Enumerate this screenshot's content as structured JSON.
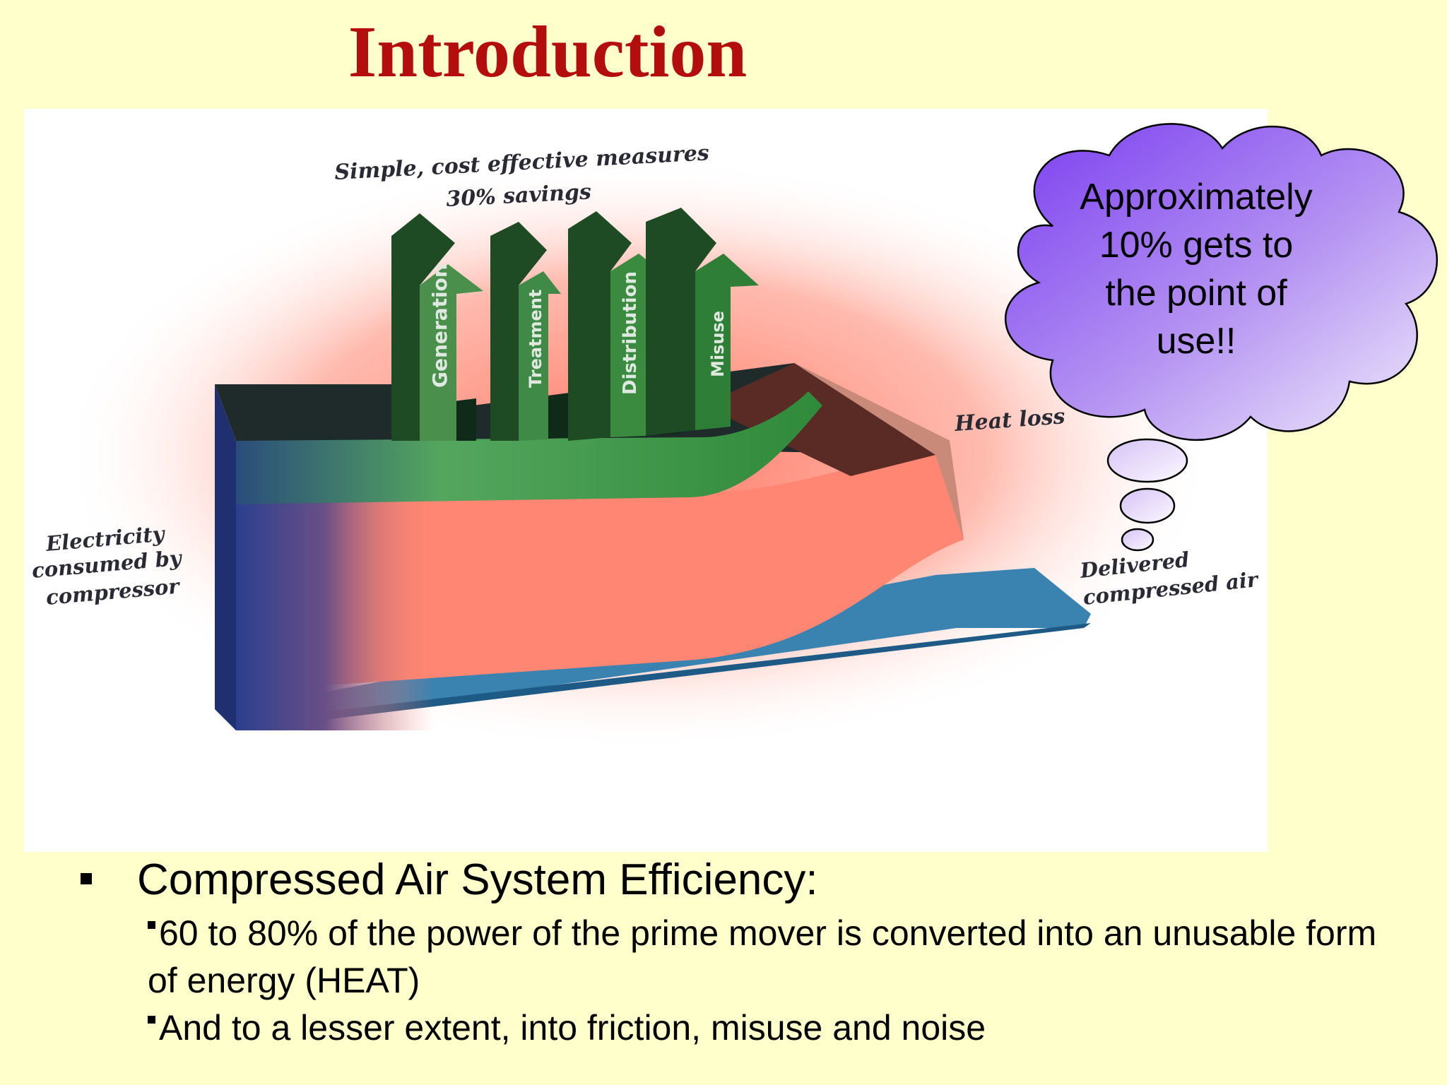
{
  "slide": {
    "title": "Introduction"
  },
  "diagram": {
    "top_caption_line1": "Simple, cost effective measures",
    "top_caption_line2": "30% savings",
    "arrows": [
      "Generation",
      "Treatment",
      "Distribution",
      "Misuse"
    ],
    "label_heat_loss": "Heat loss",
    "label_electricity": [
      "Electricity",
      "consumed by",
      "compressor"
    ],
    "label_delivered": [
      "Delivered",
      "compressed air"
    ],
    "colors": {
      "heat": "#ff8a74",
      "green_arrows": "#2f8a3a",
      "blue_base": "#2f4e96",
      "cloud_fill": "#b58cf0"
    }
  },
  "callout": {
    "lines": [
      "Approximately",
      "10% gets to",
      "the point of",
      "use!!"
    ]
  },
  "bullets": {
    "main": "Compressed Air System Efficiency:",
    "sub1": "60 to 80% of the power of the prime mover is converted into an unusable form of energy (HEAT)",
    "sub2": "And to a lesser extent, into friction, misuse and noise"
  }
}
